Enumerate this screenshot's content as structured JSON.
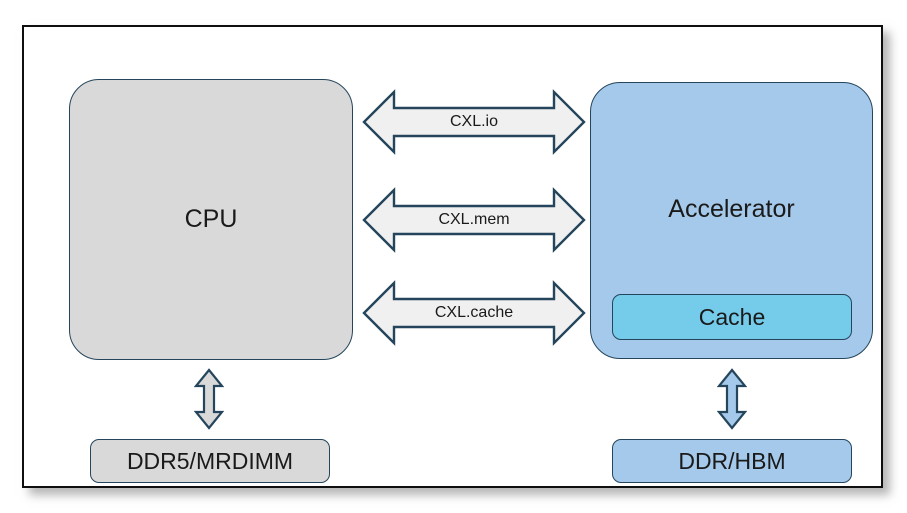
{
  "diagram": {
    "title": "CXL CPU to Accelerator interconnect block diagram",
    "nodes": {
      "cpu": {
        "label": "CPU",
        "fill": "#d9d9d9",
        "stroke": "#24455c"
      },
      "accelerator": {
        "label": "Accelerator",
        "fill": "#a5c9ea",
        "stroke": "#24455c"
      },
      "cache": {
        "label": "Cache",
        "fill": "#74cbea",
        "stroke": "#24455c"
      },
      "cpu_memory": {
        "label": "DDR5/MRDIMM",
        "fill": "#d9d9d9",
        "stroke": "#24455c"
      },
      "accelerator_memory": {
        "label": "DDR/HBM",
        "fill": "#a5c9ea",
        "stroke": "#24455c"
      }
    },
    "links": [
      {
        "id": "cxl-io",
        "label": "CXL.io",
        "from": "cpu",
        "to": "accelerator",
        "direction": "bidirectional",
        "orientation": "horizontal",
        "fill": "#f0f0f0",
        "stroke": "#24455c"
      },
      {
        "id": "cxl-mem",
        "label": "CXL.mem",
        "from": "cpu",
        "to": "accelerator",
        "direction": "bidirectional",
        "orientation": "horizontal",
        "fill": "#f0f0f0",
        "stroke": "#24455c"
      },
      {
        "id": "cxl-cache",
        "label": "CXL.cache",
        "from": "cpu",
        "to": "accelerator",
        "direction": "bidirectional",
        "orientation": "horizontal",
        "fill": "#f0f0f0",
        "stroke": "#24455c"
      },
      {
        "id": "cpu-mem-link",
        "label": "",
        "from": "cpu",
        "to": "cpu_memory",
        "direction": "bidirectional",
        "orientation": "vertical",
        "fill": "#d9d9d9",
        "stroke": "#24455c"
      },
      {
        "id": "accel-mem-link",
        "label": "",
        "from": "accelerator",
        "to": "accelerator_memory",
        "direction": "bidirectional",
        "orientation": "vertical",
        "fill": "#a5c9ea",
        "stroke": "#24455c"
      }
    ],
    "frame": {
      "background": "#ffffff",
      "border_color": "#0f0f0f"
    }
  }
}
